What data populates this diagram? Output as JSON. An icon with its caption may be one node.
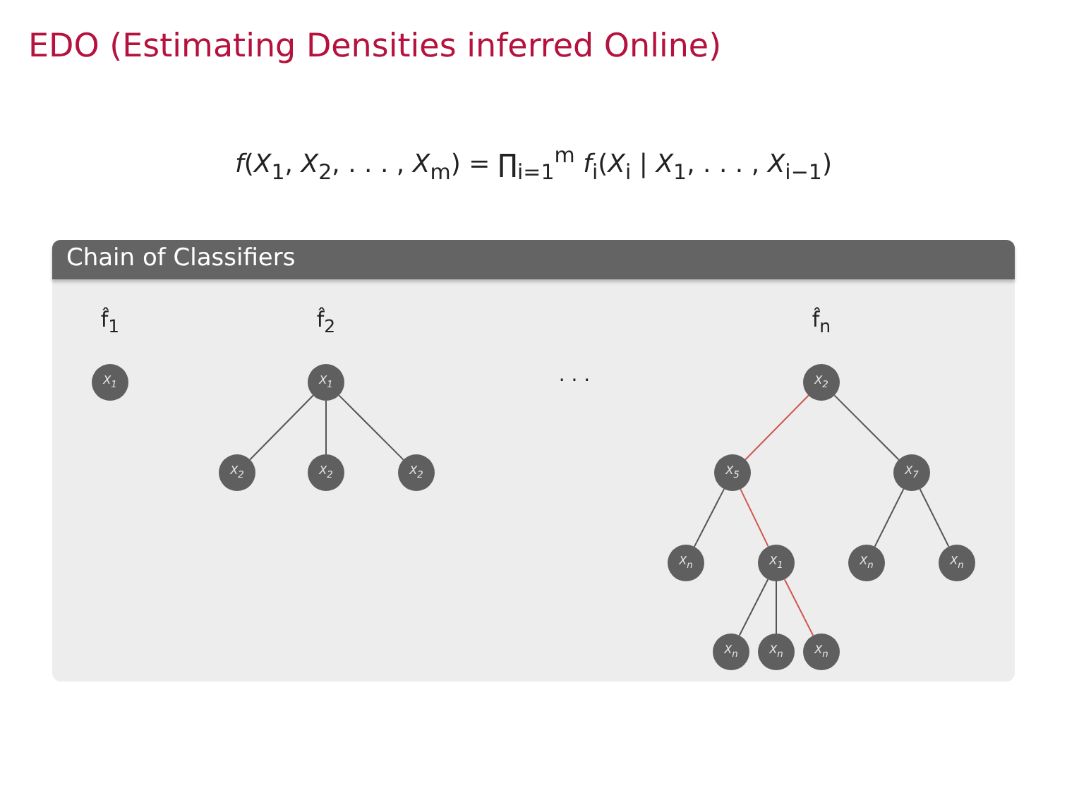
{
  "diagram": {
    "title": "EDO (Estimating Densities inferred Online)",
    "nodes": [
      {
        "text": [
          "Chain of Classifiers"
        ]
      },
      {
        "text": [
          "X$_{1}$"
        ],
        "in": 0
      },
      {
        "text": [
          "X$_{1}$"
        ],
        "in": 0
      },
      {
        "text": [
          "X$_{2}$"
        ],
        "in": 0
      },
      {
        "text": [
          "X$_{2}$"
        ],
        "in": 0
      },
      {
        "text": [
          "X$_{2}$"
        ],
        "in": 0
      },
      {
        "text": [
          "X$_{2}$"
        ],
        "in": 0
      },
      {
        "text": [
          "X$_{5}$"
        ],
        "in": 0
      },
      {
        "text": [
          "X$_{7}$"
        ],
        "in": 0
      },
      {
        "text": [
          "X$_{n}$"
        ],
        "in": 0
      },
      {
        "text": [
          "X$_{1}$"
        ],
        "in": 0
      },
      {
        "text": [
          "X$_{n}$"
        ],
        "in": 0
      },
      {
        "text": [
          "X$_{n}$"
        ],
        "in": 0
      },
      {
        "text": [
          "X$_{n}$"
        ],
        "in": 0
      },
      {
        "text": [
          "X$_{n}$"
        ],
        "in": 0
      },
      {
        "text": [
          "X$_{n}$"
        ],
        "in": 0
      }
    ],
    "edges": [
      {
        "from": 2,
        "to": 3,
        "arrow": "none"
      },
      {
        "from": 2,
        "to": 4,
        "arrow": "none"
      },
      {
        "from": 2,
        "to": 5,
        "arrow": "none"
      },
      {
        "from": 6,
        "to": 7,
        "arrow": "none",
        "color": "#d0574f"
      },
      {
        "from": 6,
        "to": 8,
        "arrow": "none"
      },
      {
        "from": 7,
        "to": 9,
        "arrow": "none"
      },
      {
        "from": 7,
        "to": 10,
        "arrow": "none",
        "color": "#d0574f"
      },
      {
        "from": 8,
        "to": 11,
        "arrow": "none"
      },
      {
        "from": 8,
        "to": 12,
        "arrow": "none"
      },
      {
        "from": 10,
        "to": 13,
        "arrow": "none"
      },
      {
        "from": 10,
        "to": 14,
        "arrow": "none"
      },
      {
        "from": 10,
        "to": 15,
        "arrow": "none",
        "color": "#d0574f"
      }
    ],
    "labels": [
      "*f*(*X*$_{1}$, *X*$_{2}$, . . . , *X*$_{m}$) = ∏$_{i=1}$$^{m}$ *f*$_{i}$(*X*$_{i}$ | *X*$_{1}$, . . . , *X*$_{i−1}$)",
      "f̂$_{1}$",
      "f̂$_{2}$",
      "· · ·",
      "f̂$_{n}$"
    ]
  }
}
